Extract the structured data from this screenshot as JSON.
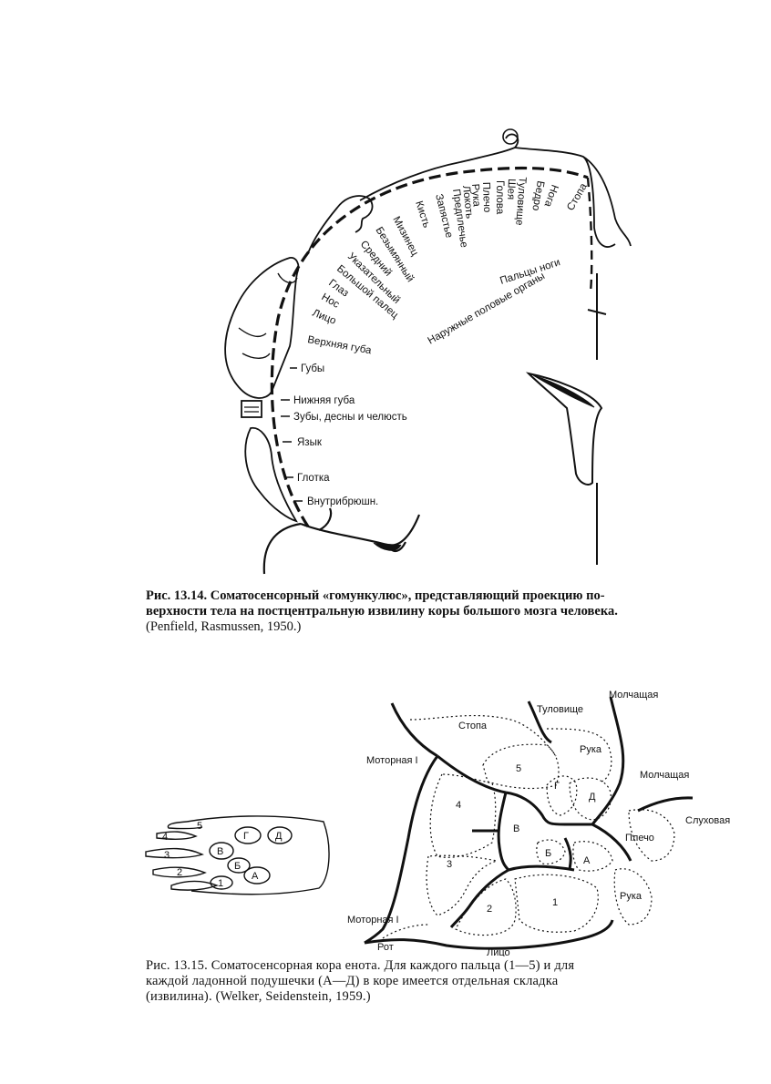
{
  "figure1": {
    "labels_rotated": [
      "Мизинец",
      "Безымянный",
      "Средний",
      "Указательный",
      "Большой палец",
      "Глаз",
      "Нос",
      "Лицо",
      "Кисть",
      "Запястье",
      "Предплечье",
      "Локоть",
      "Рука",
      "Плечо",
      "Голова",
      "Шея",
      "Туловище",
      "Бедро",
      "Нога",
      "Стопа",
      "Пальцы ноги",
      "Наружные половые органы"
    ],
    "labels_flat": [
      "Верхняя губа",
      "Губы",
      "Нижняя губа",
      "Зубы, десны и челюсть",
      "Язык",
      "Глотка",
      "Внутрибрюшн."
    ],
    "caption_lines": [
      "Рис. 13.14. Соматосенсорный «гомункулюс», представляющий проекцию по-",
      "верхности тела на постцентральную извилину коры большого мозга человека.",
      "(Penfield, Rasmussen, 1950.)"
    ]
  },
  "figure2": {
    "paw_labels": [
      "5",
      "4",
      "3",
      "2",
      "1",
      "В",
      "Г",
      "Д",
      "Б",
      "А"
    ],
    "region_labels": {
      "molchashchaya_top": "Молчащая",
      "tulovishche": "Туловище",
      "stopa": "Стопа",
      "motornaya_top": "Моторная I",
      "ruka_top": "Рука",
      "molchashchaya_mid": "Молчащая",
      "g": "Г",
      "d": "Д",
      "n5": "5",
      "n4": "4",
      "v": "В",
      "sluhovaya": "Слуховая",
      "plecho": "Плечо",
      "b": "Б",
      "a": "А",
      "n3": "3",
      "ruka_bottom": "Рука",
      "n2": "2",
      "n1": "1",
      "motornaya_bottom": "Моторная I",
      "rot": "Рот",
      "lico": "Лицо"
    },
    "caption_lines": [
      "Рис. 13.15. Соматосенсорная кора енота. Для каждого пальца (1—5) и для",
      "каждой ладонной подушечки (А—Д) в коре имеется отдельная складка",
      "(извилина). (Welker, Seidenstein, 1959.)"
    ]
  }
}
